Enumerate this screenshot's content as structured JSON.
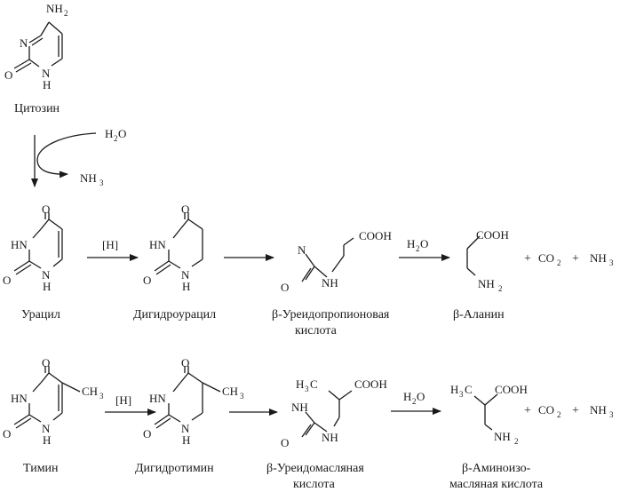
{
  "labels": {
    "cytosine": "Цитозин",
    "uracil": "Урацил",
    "dihydrouracil": "Дигидроурацил",
    "ureidopropionic_1": "β-Уреидопропионовая",
    "ureidopropionic_2": "кислота",
    "beta_alanine": "β-Аланин",
    "thymine": "Тимин",
    "dihydrothymine": "Дигидротимин",
    "ureidobutyric_1": "β-Уреидомасляная",
    "ureidobutyric_2": "кислота",
    "aminoisobutyric_1": "β-Аминоизо-",
    "aminoisobutyric_2": "масляная кислота"
  },
  "atoms": {
    "N": "N",
    "O": "O",
    "HN": "HN",
    "H": "H",
    "NH": "NH",
    "COOH": "COOH",
    "CH": "CH",
    "NH_group": "NH",
    "H_ch3": "H",
    "C": "C"
  },
  "subscripts": {
    "two": "2",
    "three": "3"
  },
  "reagents": {
    "hydrogen": "[H]",
    "plus": "+",
    "co": "CO",
    "nh": "NH",
    "h2o_h": "H",
    "h2o_o": "O"
  }
}
